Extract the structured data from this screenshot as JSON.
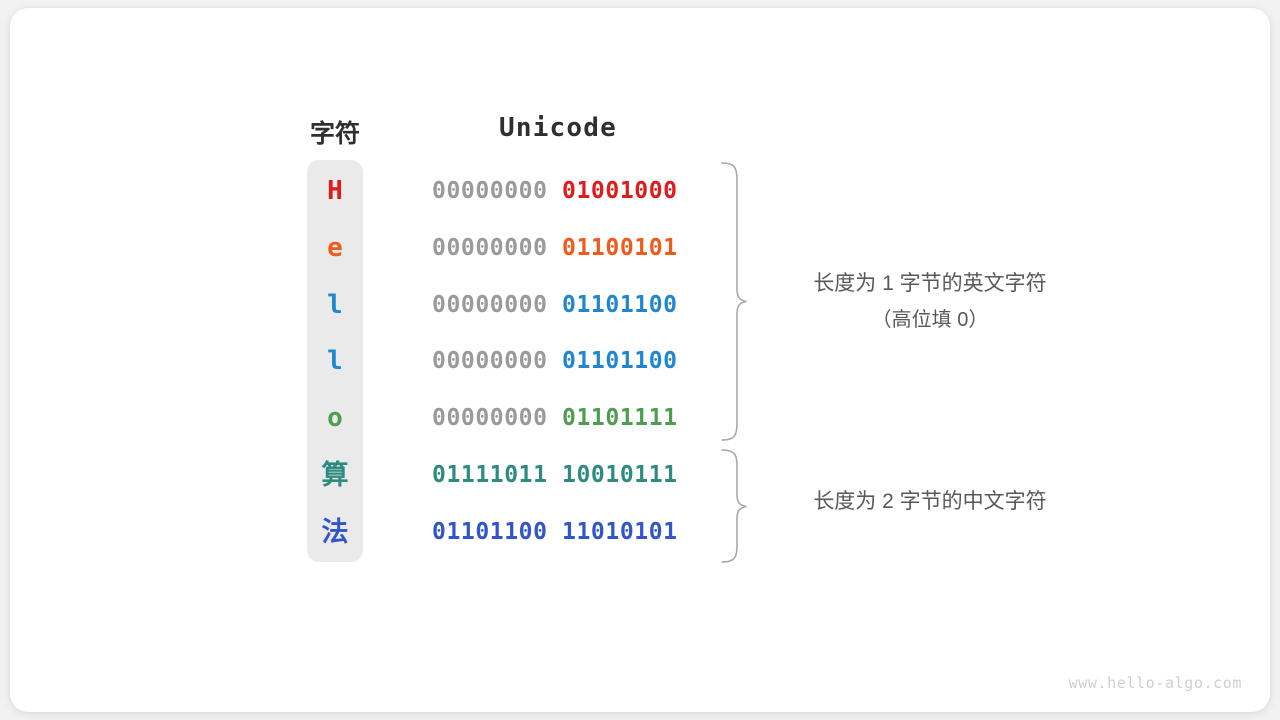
{
  "figure": {
    "headers": {
      "char": "字符",
      "encoding": "Unicode"
    },
    "rows": [
      {
        "char": "H",
        "script": "latin",
        "color": "#e01b1b",
        "high_bits": "00000000",
        "low_bits": "01001000"
      },
      {
        "char": "e",
        "script": "latin",
        "color": "#f05a1a",
        "high_bits": "00000000",
        "low_bits": "01100101"
      },
      {
        "char": "l",
        "script": "latin",
        "color": "#1f86d0",
        "high_bits": "00000000",
        "low_bits": "01101100"
      },
      {
        "char": "l",
        "script": "latin",
        "color": "#1f86d0",
        "high_bits": "00000000",
        "low_bits": "01101100"
      },
      {
        "char": "o",
        "script": "latin",
        "color": "#4f9e4f",
        "high_bits": "00000000",
        "low_bits": "01101111"
      },
      {
        "char": "算",
        "script": "cjk",
        "color": "#2e8b80",
        "high_bits": "01111011",
        "low_bits": "10010111"
      },
      {
        "char": "法",
        "script": "cjk",
        "color": "#3355cc",
        "high_bits": "01101100",
        "low_bits": "11010101"
      }
    ],
    "annotations": {
      "one_byte_main": "长度为 1 字节的英文字符",
      "one_byte_sub": "（高位填 0）",
      "two_byte_main": "长度为 2 字节的中文字符"
    },
    "watermark": "www.hello-algo.com",
    "colors": {
      "background": "#f2f2f2",
      "card": "#ffffff",
      "char_strip": "#eaeaea",
      "high_bits": "#9a9a9a",
      "brace": "#a8a8a8",
      "annotation_text": "#585858",
      "header_text": "#2f2f2f",
      "watermark_text": "#cfcfcf"
    }
  }
}
